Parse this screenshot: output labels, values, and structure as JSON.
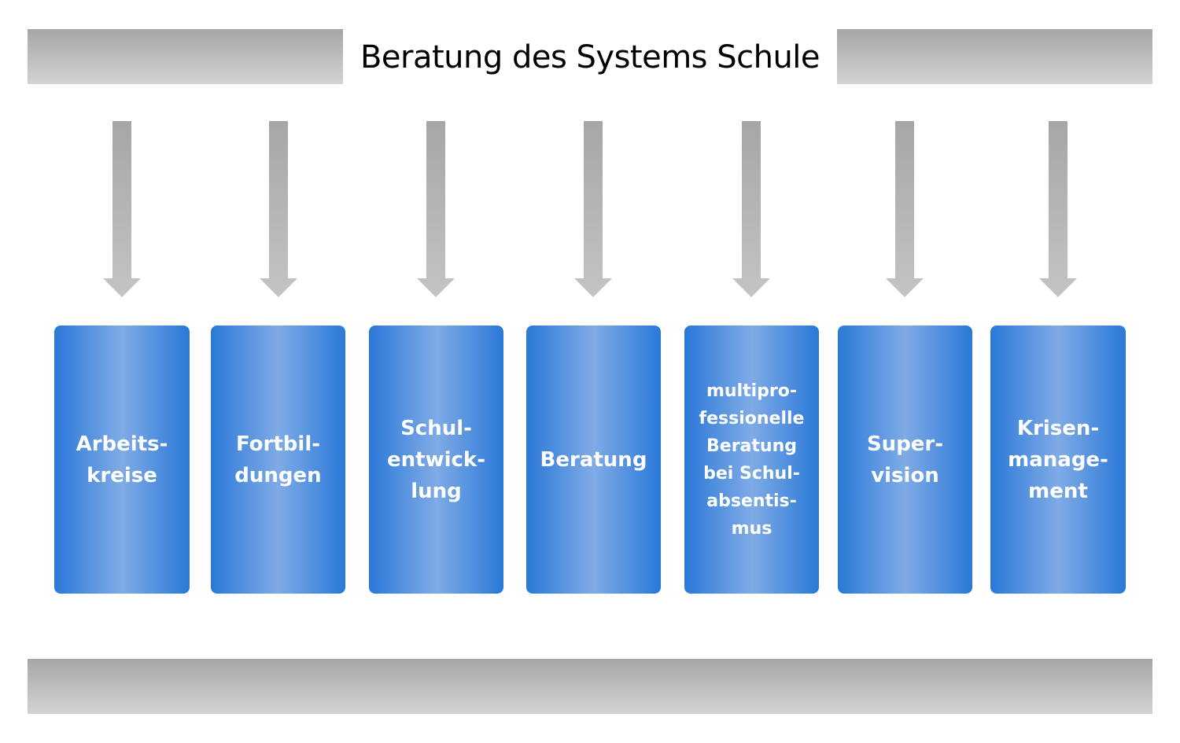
{
  "title": "Beratung des Systems Schule",
  "items": [
    {
      "label": "Arbeits-\nkreise"
    },
    {
      "label": "Fortbil-\ndungen"
    },
    {
      "label": "Schul-\nentwick-\nlung"
    },
    {
      "label": "Beratung"
    },
    {
      "label": "multipro-\nfessionelle\nBeratung\nbei Schul-\nabsentis-\nmus"
    },
    {
      "label": "Super-\nvision"
    },
    {
      "label": "Krisen-\nmanage-\nment"
    }
  ],
  "colors": {
    "box": "#2a78d8",
    "box_light": "#7fabe6",
    "bar_top": "#a6a6a6",
    "bar_bottom": "#d3d3d3"
  }
}
